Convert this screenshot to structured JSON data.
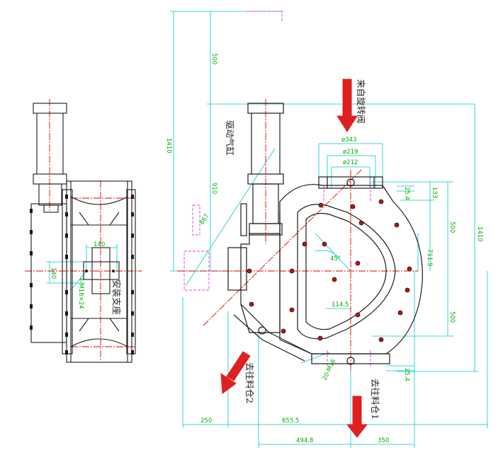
{
  "labels": {
    "from_rotary_valve": "来自旋转阀",
    "drive_cylinder": "驱动气缸",
    "install_bracket": "安装支座",
    "to_silo_1": "去往料仓1",
    "to_silo_2": "去往料仓2"
  },
  "dimensions": {
    "overall_height": "1410",
    "top_offset": "500",
    "left_height_910": "910",
    "right_height_1410": "1410",
    "upper_500": "500",
    "lower_500": "500",
    "d343": "ø343",
    "d219": "ø219",
    "d212": "ø212",
    "h133": "133",
    "t25_4_top": "25.4",
    "t25_4_bottom": "25.4",
    "h711_9": "711.9",
    "r114_5": "114.5",
    "angle_45": "45°",
    "diag_867": "867",
    "w250": "250",
    "w655_5": "655.5",
    "w494_8": "494.8",
    "w350": "350",
    "side_140_h": "140",
    "side_140_v": "140",
    "bolt_4m16": "4-M16×24",
    "bolt_20m16": "20-M16"
  },
  "colors": {
    "outline": "#1a1a1a",
    "dimension": "#00c8c8",
    "dimension_text": "#00b000",
    "centerline": "#e00000",
    "flow_arrow": "#e02020",
    "phantom": "#e040e0"
  }
}
